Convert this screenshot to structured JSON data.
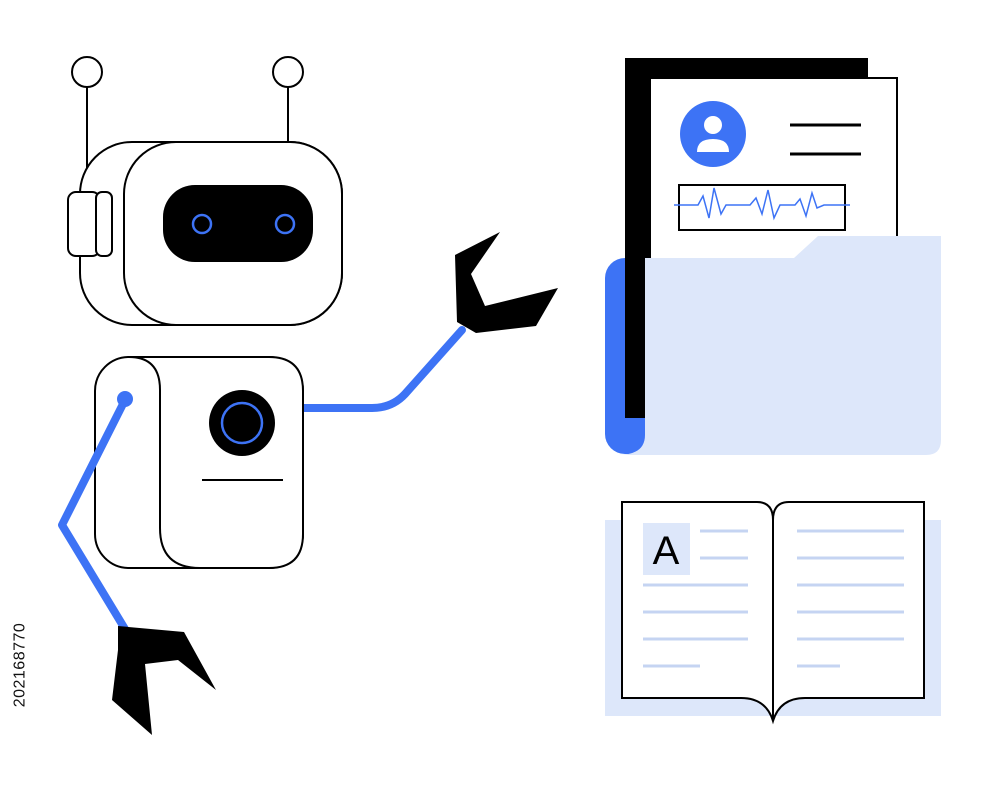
{
  "illustration": {
    "book_letter": "A",
    "stock_id": "202168770"
  },
  "colors": {
    "accent_blue": "#3d73f5",
    "light_blue": "#dde7fa",
    "line_blue": "#c5d4f2",
    "ink": "#000000",
    "paper": "#ffffff"
  },
  "icons": [
    "robot-head",
    "robot-body",
    "robot-claw",
    "folder",
    "document",
    "avatar-icon",
    "heartbeat-waveform",
    "open-book"
  ]
}
